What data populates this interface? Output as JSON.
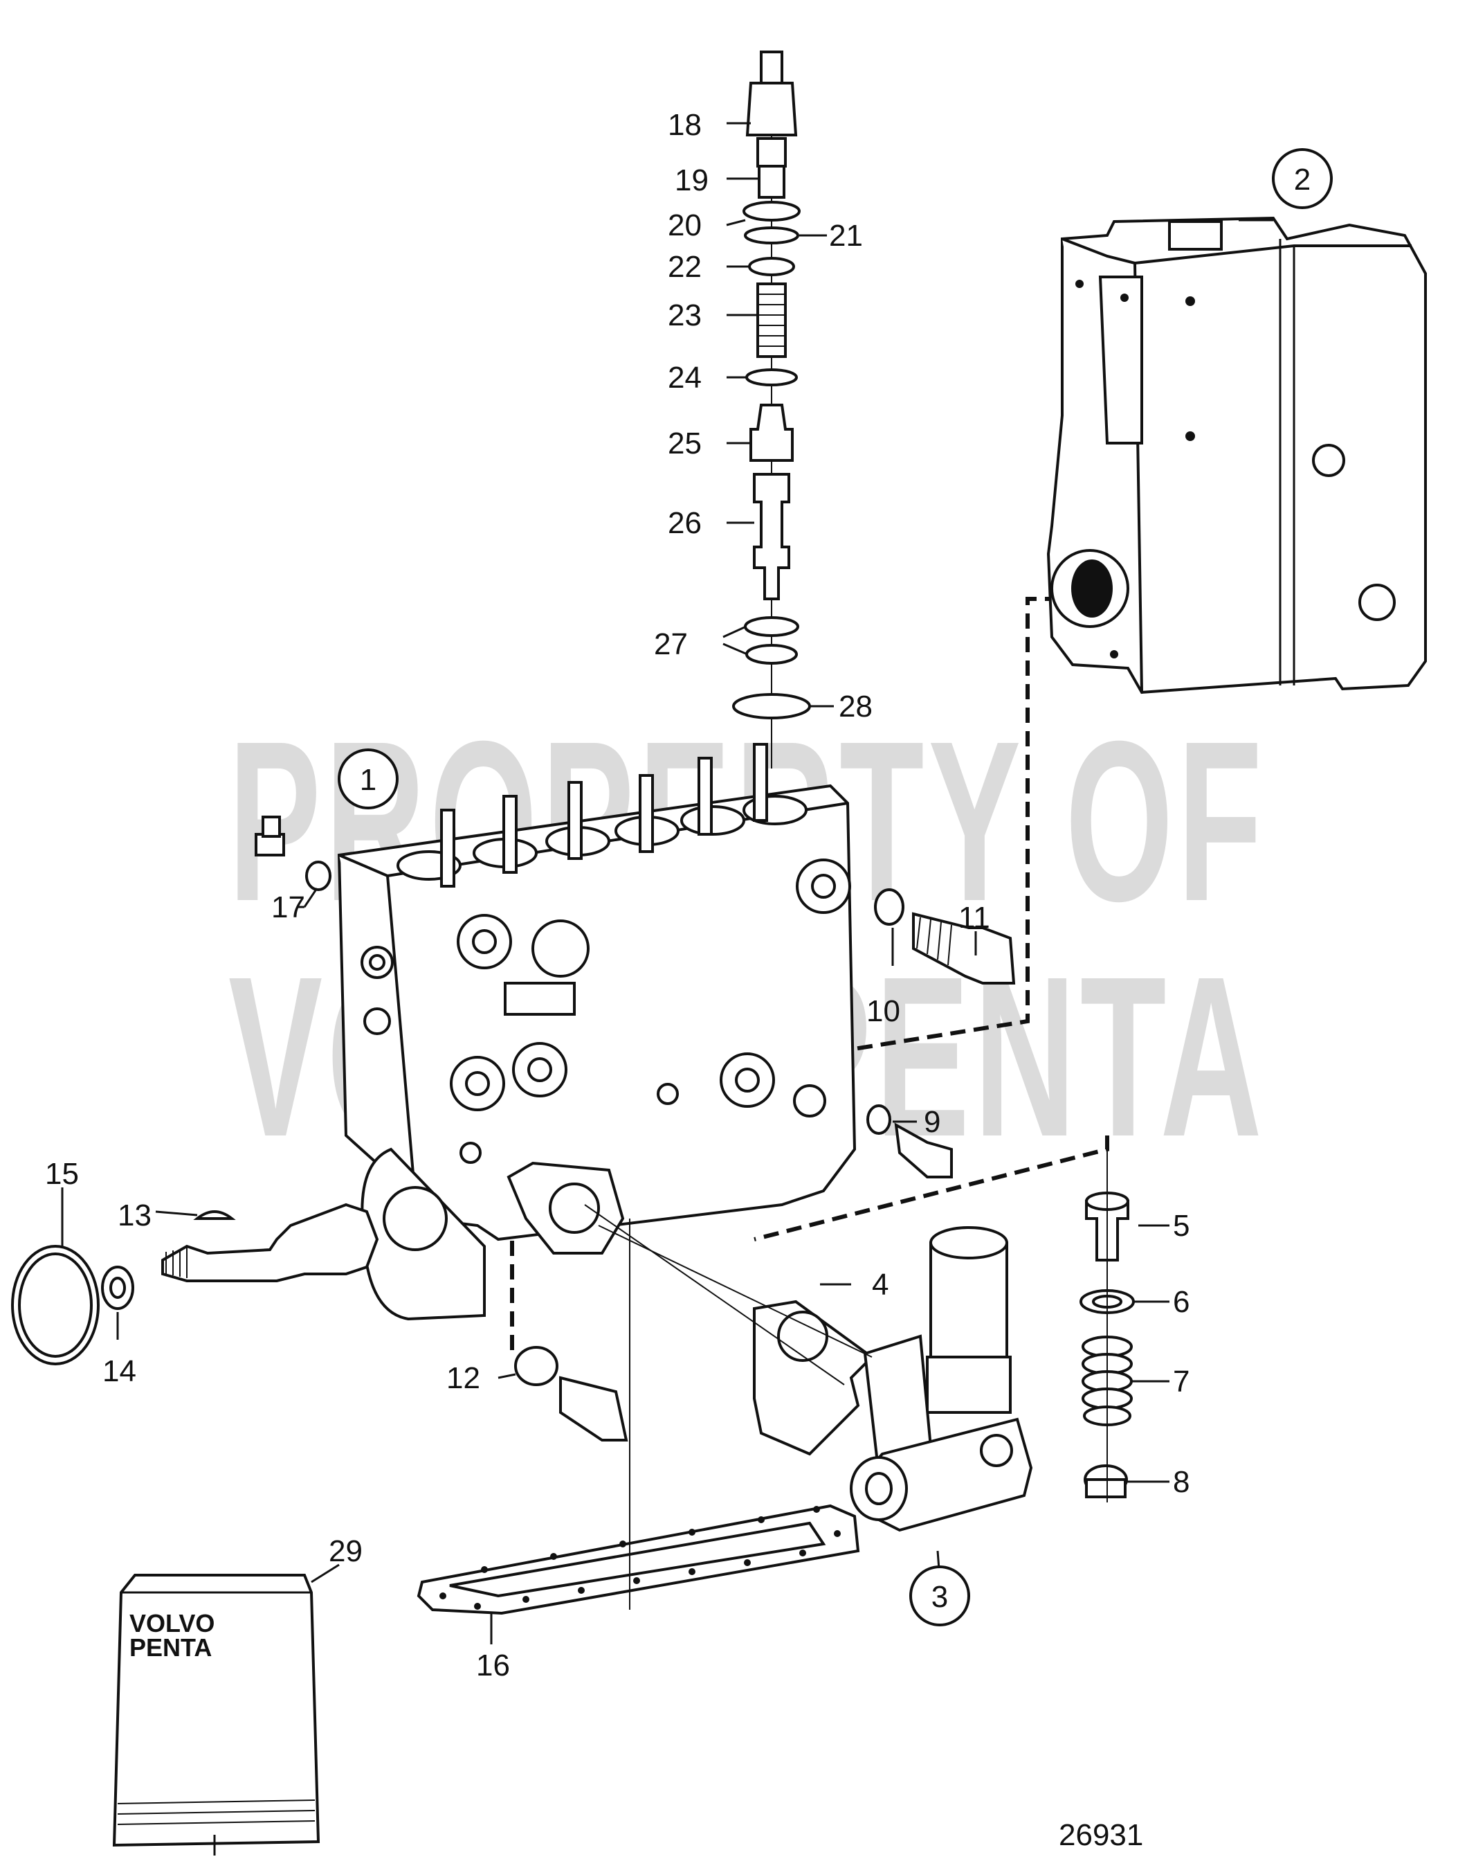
{
  "watermark": {
    "line1": "PROPERTY OF",
    "line2": "VOLVO PENTA"
  },
  "drawing_number": "26931",
  "booklet": {
    "brand_line1": "VOLVO",
    "brand_line2": "PENTA"
  },
  "circled_labels": [
    "1",
    "2",
    "3"
  ],
  "part_labels": [
    "4",
    "5",
    "6",
    "7",
    "8",
    "9",
    "10",
    "11",
    "12",
    "13",
    "14",
    "15",
    "16",
    "17",
    "18",
    "19",
    "20",
    "21",
    "22",
    "23",
    "24",
    "25",
    "26",
    "27",
    "28",
    "29"
  ]
}
